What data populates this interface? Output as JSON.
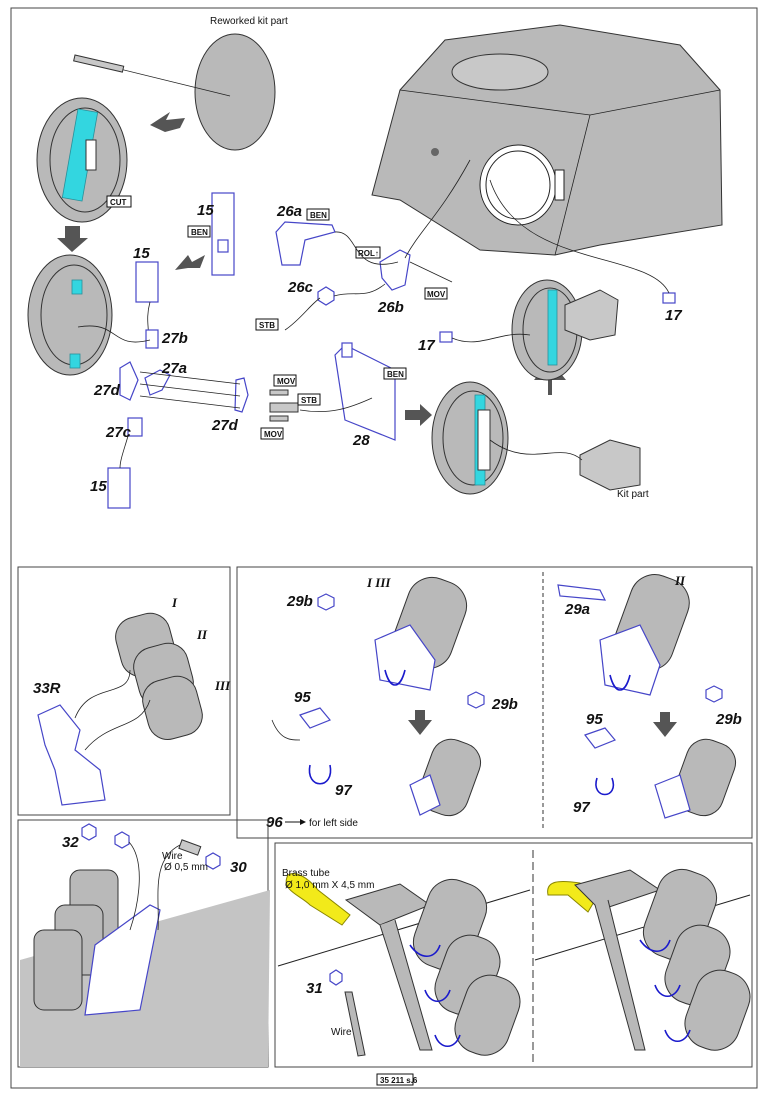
{
  "top_panel": {
    "reworked_caption": "Reworked kit part",
    "kit_part_caption": "Kit part",
    "labels": {
      "p15_a": "15",
      "p15_b": "15",
      "p15_c": "15",
      "p26a": "26a",
      "p26b": "26b",
      "p26c": "26c",
      "p27a": "27a",
      "p27b": "27b",
      "p27c": "27c",
      "p27d_a": "27d",
      "p27d_b": "27d",
      "p28": "28",
      "p17_a": "17",
      "p17_b": "17"
    },
    "tags": {
      "cut": "CUT",
      "ben_15": "BEN",
      "ben_26a": "BEN",
      "rol": "ROL↑",
      "mov_26": "MOV",
      "stb_26": "STB",
      "mov_27_top": "MOV",
      "stb_27": "STB",
      "mov_27_bottom": "MOV",
      "ben_28": "BEN"
    }
  },
  "panel_lights": {
    "part": "33R",
    "roman": [
      "I",
      "II",
      "III"
    ]
  },
  "panel_mount_right": {
    "p29b_a": "29b",
    "p29b_b": "29b",
    "p29a": "29a",
    "p29b_c": "29b",
    "p95_a": "95",
    "p95_b": "95",
    "p97_a": "97",
    "p97_b": "97",
    "roman_left": "I   III",
    "roman_right": "II",
    "note_part": "96",
    "note_text": "for  left side"
  },
  "panel_nuts": {
    "p32": "32",
    "p30": "30",
    "wire_label": "Wire",
    "wire_spec": "Ø 0,5 mm"
  },
  "panel_brass": {
    "tube_label": "Brass tube",
    "tube_spec": "Ø 1,0 mm X 4,5 mm",
    "p31": "31",
    "wire_label": "Wire"
  },
  "footer": {
    "page_code": "35 211 s.6"
  },
  "colors": {
    "part_outline": "#4646c8",
    "cut_area": "#33d6e0",
    "brass": "#f2ea1a",
    "gray_fill": "#b9b9b9"
  }
}
